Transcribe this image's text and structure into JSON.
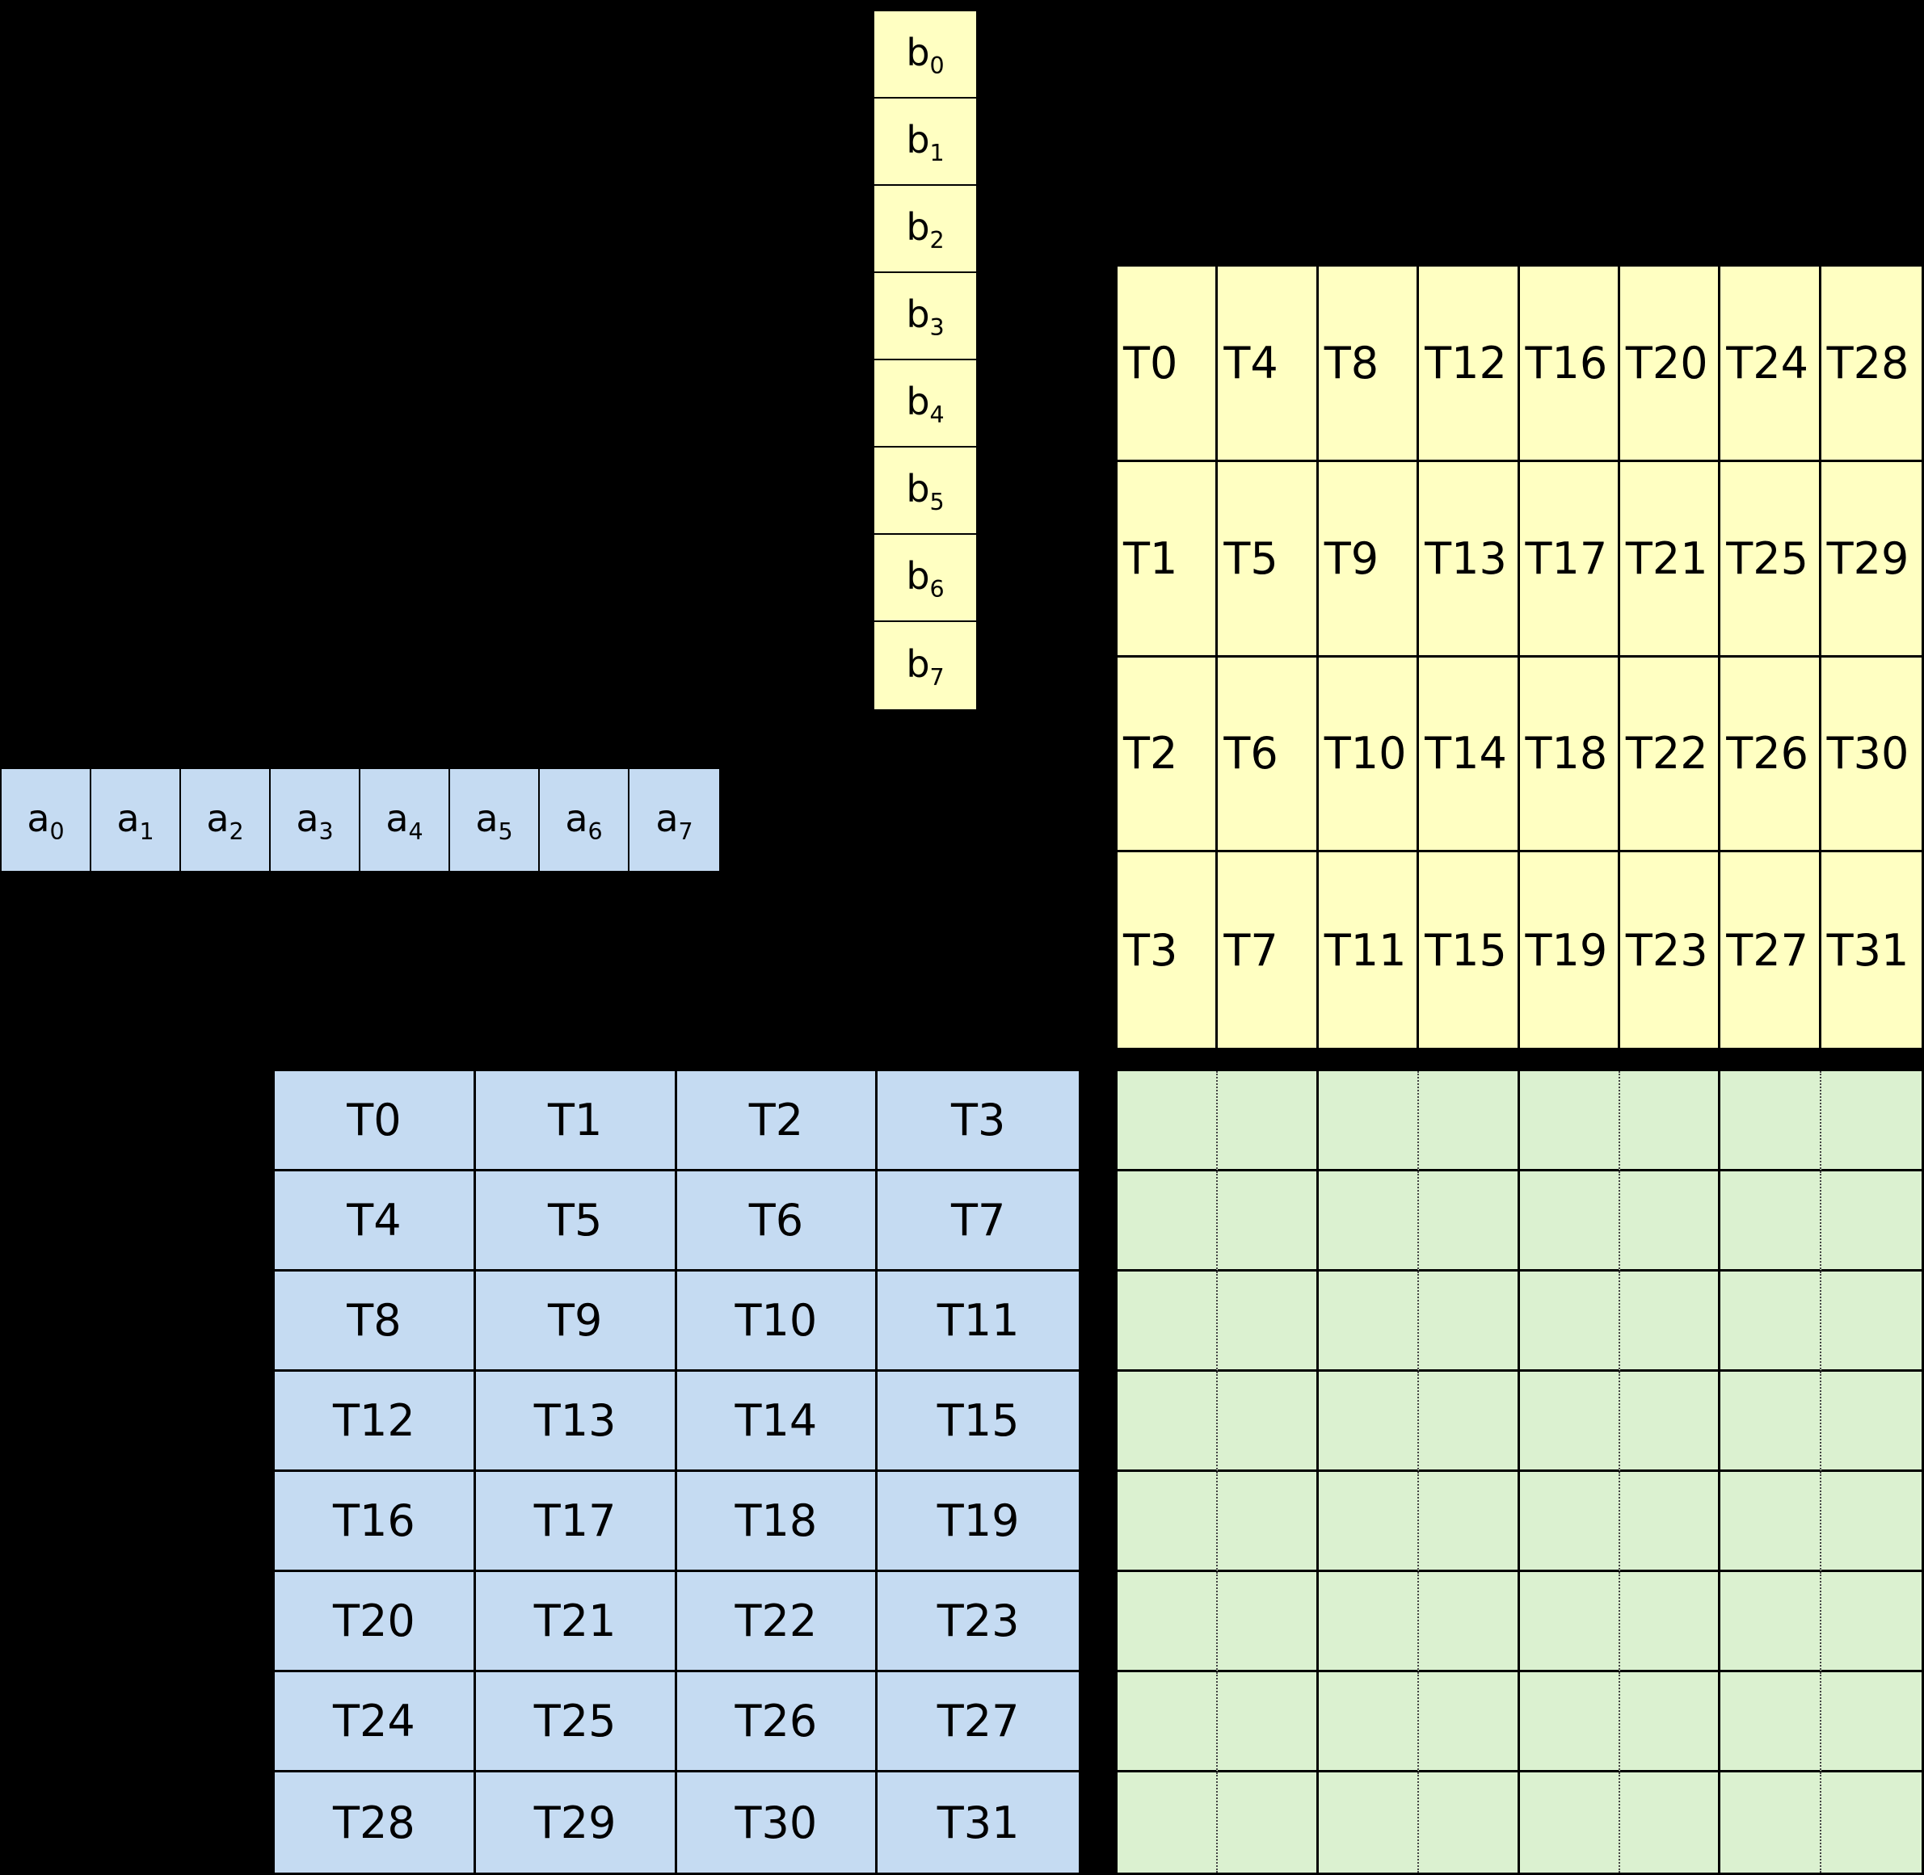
{
  "colors": {
    "yellow": "#FFFFC2",
    "blue": "#C5DBF2",
    "green": "#DBF1D0",
    "background": "#000000",
    "line": "#000000"
  },
  "b_vector": {
    "base": "b",
    "subscripts": [
      "0",
      "1",
      "2",
      "3",
      "4",
      "5",
      "6",
      "7"
    ]
  },
  "a_vector": {
    "base": "a",
    "subscripts": [
      "0",
      "1",
      "2",
      "3",
      "4",
      "5",
      "6",
      "7"
    ]
  },
  "thread_grid_column_major": {
    "rows": [
      [
        "T0",
        "T4",
        "T8",
        "T12",
        "T16",
        "T20",
        "T24",
        "T28"
      ],
      [
        "T1",
        "T5",
        "T9",
        "T13",
        "T17",
        "T21",
        "T25",
        "T29"
      ],
      [
        "T2",
        "T6",
        "T10",
        "T14",
        "T18",
        "T22",
        "T26",
        "T30"
      ],
      [
        "T3",
        "T7",
        "T11",
        "T15",
        "T19",
        "T23",
        "T27",
        "T31"
      ]
    ]
  },
  "thread_grid_row_major": {
    "rows": [
      [
        "T0",
        "T1",
        "T2",
        "T3"
      ],
      [
        "T4",
        "T5",
        "T6",
        "T7"
      ],
      [
        "T8",
        "T9",
        "T10",
        "T11"
      ],
      [
        "T12",
        "T13",
        "T14",
        "T15"
      ],
      [
        "T16",
        "T17",
        "T18",
        "T19"
      ],
      [
        "T20",
        "T21",
        "T22",
        "T23"
      ],
      [
        "T24",
        "T25",
        "T26",
        "T27"
      ],
      [
        "T28",
        "T29",
        "T30",
        "T31"
      ]
    ]
  },
  "result_grid": {
    "rows": 8,
    "cols": 8
  }
}
